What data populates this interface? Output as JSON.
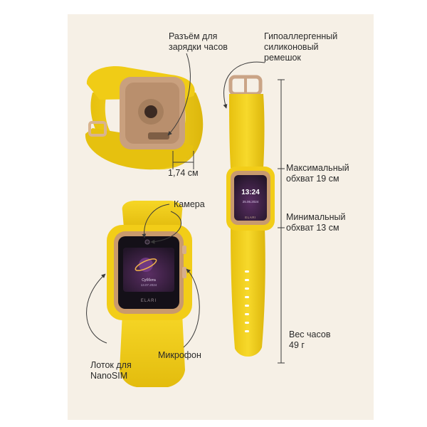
{
  "colors": {
    "background": "#f6f0e6",
    "band_yellow": "#f3cf1a",
    "band_shadow": "#d9b210",
    "case_gold": "#c9a07e",
    "screen": "#1b1320",
    "text": "#2a2a2a",
    "line": "#3a3a3a"
  },
  "labels": {
    "charging_port": [
      "Разъём для",
      "зарядки часов"
    ],
    "strap": [
      "Гипоаллергенный",
      "силиконовый",
      "ремешок"
    ],
    "thickness": "1,74 см",
    "camera": "Камера",
    "max_girth": [
      "Максимальный",
      "обхват 19 см"
    ],
    "min_girth": [
      "Минимальный",
      "обхват 13 см"
    ],
    "weight": [
      "Вес часов",
      "49 г"
    ],
    "nanosim": [
      "Лоток для",
      "NanoSIM"
    ],
    "microphone": "Микрофон"
  },
  "screens": {
    "side_time": "13:24",
    "side_date": "25.06.2024",
    "front_day": "Суббота",
    "front_date": "13.07.2024"
  },
  "brand": "ELARI",
  "icons": [
    "arrow-icon",
    "speaker-grille-icon",
    "camera-lens-icon"
  ]
}
